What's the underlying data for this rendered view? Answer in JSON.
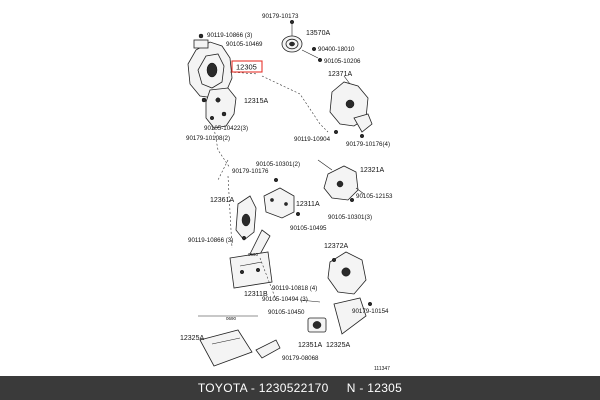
{
  "highlight_color": "#e8352d",
  "diagram": {
    "highlighted_part": "12305",
    "labels": {
      "p90179_10173": "90179-10173",
      "p13570A": "13570A",
      "p90119_10866_top": "90119-10866 (3)",
      "p90105_10469": "90105-10469",
      "p90400_18010": "90400-18010",
      "p90105_10206": "90105-10206",
      "p12371A": "12371A",
      "p12315A": "12315A",
      "p90105_10422": "90105-10422(3)",
      "p90179_10108": "90179-10108(2)",
      "p90119_10904": "90119-10904",
      "p90179_10176_right": "90179-10176(4)",
      "p90105_10301_top": "90105-10301(2)",
      "p90179_10176_mid": "90179-10176",
      "p12321A": "12321A",
      "p12361A": "12361A",
      "p12311A": "12311A",
      "p90105_12153": "90105-12153",
      "p90105_10301_right": "90105-10301(3)",
      "p90105_10495": "90105-10495",
      "p90119_10866_left": "90119-10866 (3)",
      "p12372A": "12372A",
      "p90119_10818": "90119-10818 (4)",
      "p12311B": "12311B",
      "p90105_10494": "90105-10494 (3)",
      "p90105_10450": "90105-10450",
      "p90179_10154": "90179-10154",
      "p12325A_left": "12325A",
      "p12351A": "12351A",
      "p12325A_right": "12325A",
      "p90179_08068": "90179-08068",
      "small_mark_top": "0690",
      "small_mark_left": "0690",
      "figure_code": "111347"
    }
  },
  "footer": {
    "text": "TOYOTA - 1230522170     N - 12305"
  }
}
